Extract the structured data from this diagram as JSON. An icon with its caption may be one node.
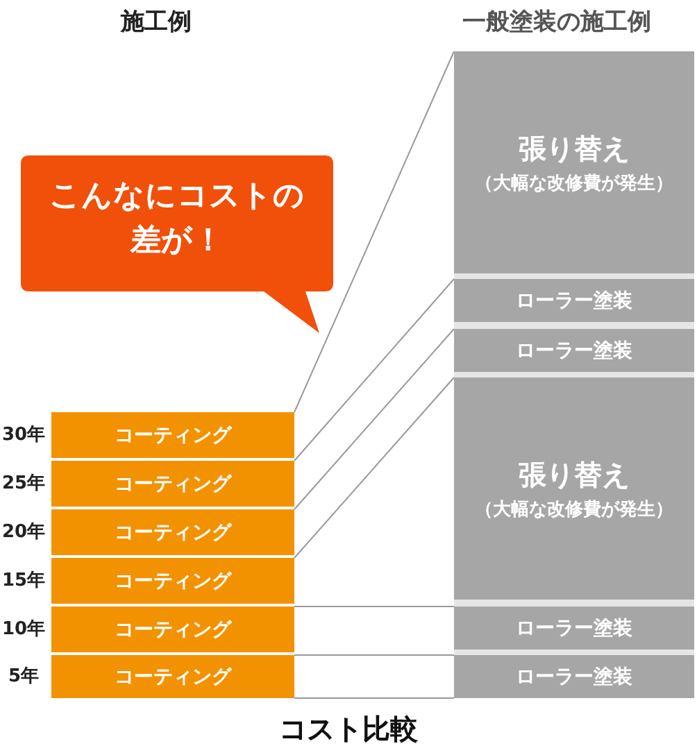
{
  "diagram": {
    "caption": "コスト比較",
    "nodes": [
      {
        "text": [
          "こんなにコストの差が！"
        ]
      },
      {
        "text": [
          "コーティング"
        ],
        "beside": [
          "30年"
        ]
      },
      {
        "text": [
          "コーティング"
        ],
        "beside": [
          "25年"
        ]
      },
      {
        "text": [
          "コーティング"
        ],
        "beside": [
          "20年"
        ]
      },
      {
        "text": [
          "コーティング"
        ],
        "beside": [
          "15年"
        ]
      },
      {
        "text": [
          "コーティング"
        ],
        "beside": [
          "10年"
        ]
      },
      {
        "text": [
          "コーティング"
        ],
        "beside": [
          "5年"
        ]
      },
      {
        "text": [
          "張り替え",
          "（大幅な改修費が発生）"
        ]
      },
      {
        "text": [
          "ローラー塗装"
        ]
      },
      {
        "text": [
          "ローラー塗装"
        ]
      },
      {
        "text": [
          "張り替え",
          "（大幅な改修費が発生）"
        ]
      },
      {
        "text": [
          "ローラー塗装"
        ]
      },
      {
        "text": [
          "ローラー塗装"
        ]
      }
    ],
    "edges": [
      {
        "from": 1,
        "to": 7,
        "arrow": "none"
      },
      {
        "from": 2,
        "to": 8,
        "arrow": "none"
      },
      {
        "from": 3,
        "to": 9,
        "arrow": "none"
      },
      {
        "from": 4,
        "to": 10,
        "arrow": "none"
      },
      {
        "from": 5,
        "to": 11,
        "arrow": "none"
      },
      {
        "from": 6,
        "to": 12,
        "arrow": "none"
      },
      {
        "from": 6,
        "to": 12,
        "arrow": "none"
      }
    ],
    "labels": [
      "施工例",
      "一般塗装の施工例"
    ]
  }
}
